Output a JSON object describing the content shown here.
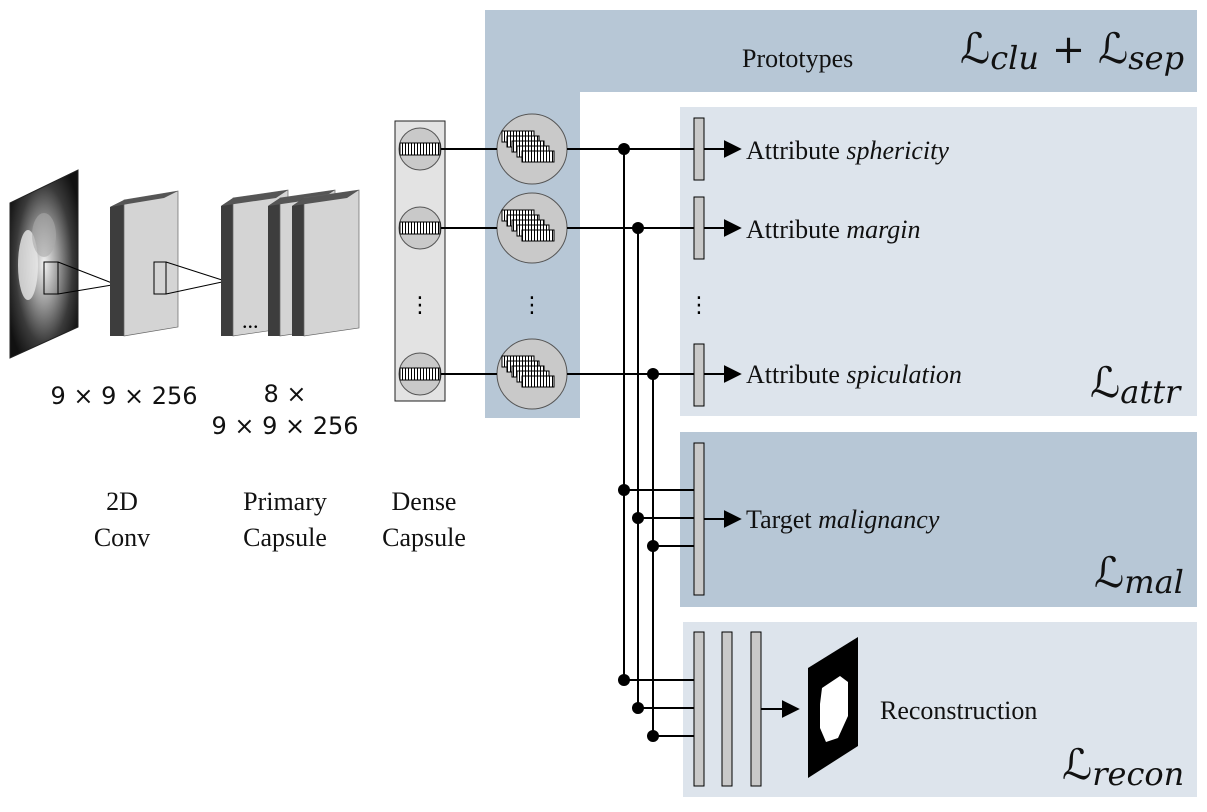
{
  "layers": {
    "conv_label": "2D\nConv",
    "conv_shape": "9 × 9 × 256",
    "primary_label": "Primary\nCapsule",
    "primary_shape": "8 ×\n9 × 9 × 256",
    "dense_label": "Dense\nCapsule",
    "ellipsis_vertical": "⋮",
    "ellipsis_horizontal": "..."
  },
  "prototypes": {
    "title": "Prototypes",
    "loss_a": "clu",
    "loss_b": "sep",
    "loss_symbol": "ℒ",
    "plus": "+"
  },
  "attributes": {
    "prefix": "Attribute",
    "items": [
      "sphericity",
      "margin",
      "spiculation"
    ],
    "loss": "attr"
  },
  "target": {
    "prefix": "Target",
    "name": "malignancy",
    "loss": "mal"
  },
  "reconstruction": {
    "label": "Reconstruction",
    "loss": "recon"
  },
  "colors": {
    "panel_dark": "#b7c7d6",
    "panel_light": "#dde4ec",
    "circle_fill": "#c9c9c9",
    "layer_front": "#d4d4d4",
    "layer_side": "#3d3d3d",
    "line": "#000000"
  }
}
